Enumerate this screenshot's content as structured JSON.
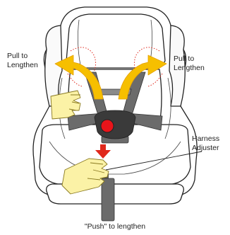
{
  "labels": {
    "pull_left": [
      "Pull to",
      "Lengthen"
    ],
    "pull_right": [
      "Pull to",
      "Lengthen"
    ],
    "harness_adjuster": [
      "Harness",
      "Adjuster"
    ],
    "push": "\"Push\" to lengthen"
  },
  "colors": {
    "arrow_yellow": "#f6bf00",
    "hand_fill": "#fbf2a6",
    "buckle_red": "#e8141a",
    "arrow_red": "#e0281c",
    "strap_gray": "#6b6b6b",
    "dotted_red": "#e0281c"
  }
}
